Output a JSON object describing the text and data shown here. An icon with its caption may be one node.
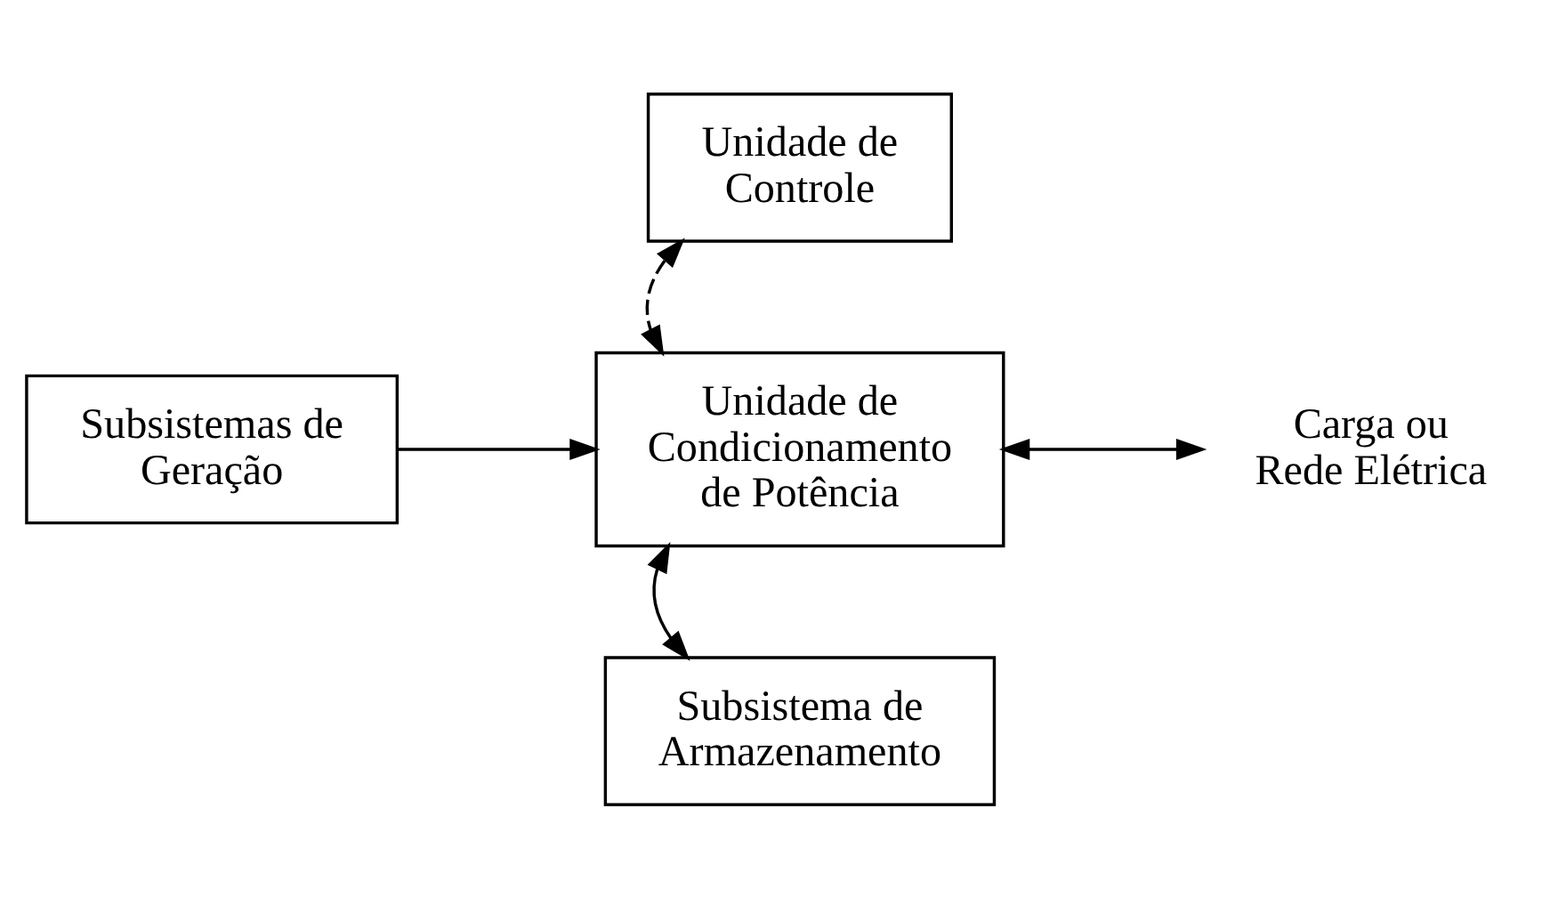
{
  "diagram": {
    "nodes": [
      {
        "text": [
          "Unidade de Controle"
        ]
      },
      {
        "text": [
          "Subsistemas de Geração"
        ]
      },
      {
        "text": [
          "Unidade de Condicionamento de Potência"
        ]
      },
      {
        "text": [
          "Carga ou Rede Elétrica"
        ]
      },
      {
        "text": [
          "Subsistema de Armazenamento"
        ]
      }
    ],
    "edges": [
      {
        "from": 0,
        "to": 2,
        "arrow": "both",
        "style": "dashed"
      },
      {
        "from": 1,
        "to": 2,
        "arrow": "to"
      },
      {
        "from": 2,
        "to": 3,
        "arrow": "both"
      },
      {
        "from": 2,
        "to": 4,
        "arrow": "both"
      }
    ]
  }
}
